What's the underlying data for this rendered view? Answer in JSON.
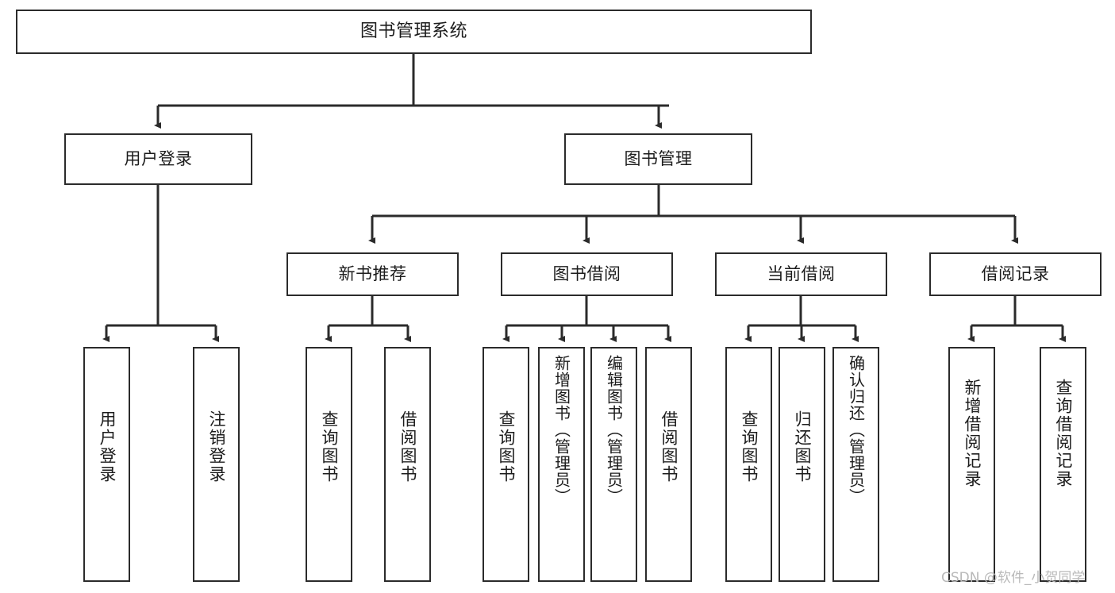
{
  "diagram": {
    "title": "图书管理系统",
    "type": "tree-hierarchy",
    "watermark": "CSDN @软件_小贺同学",
    "nodes": {
      "root": {
        "label": "图书管理系统"
      },
      "level2": [
        {
          "label": "用户登录"
        },
        {
          "label": "图书管理"
        }
      ],
      "level3": [
        {
          "label": "新书推荐"
        },
        {
          "label": "图书借阅"
        },
        {
          "label": "当前借阅"
        },
        {
          "label": "借阅记录"
        }
      ],
      "leaves": {
        "user_login": [
          {
            "label": "用户登录"
          },
          {
            "label": "注销登录"
          }
        ],
        "new_book_rec": [
          {
            "label": "查询图书"
          },
          {
            "label": "借阅图书"
          }
        ],
        "book_borrow": [
          {
            "label": "查询图书"
          },
          {
            "label": "新增图书（管理员）"
          },
          {
            "label": "编辑图书（管理员）"
          },
          {
            "label": "借阅图书"
          }
        ],
        "current_borrow": [
          {
            "label": "查询图书"
          },
          {
            "label": "归还图书"
          },
          {
            "label": "确认归还（管理员）"
          }
        ],
        "borrow_record": [
          {
            "label": "新增借阅记录"
          },
          {
            "label": "查询借阅记录"
          }
        ]
      }
    },
    "colors": {
      "box_border": "#2b2b2b",
      "box_fill": "#ffffff",
      "edge": "#2b2b2b",
      "text": "#1c1c1c",
      "watermark": "#b9b9b9",
      "background": "#ffffff"
    }
  }
}
